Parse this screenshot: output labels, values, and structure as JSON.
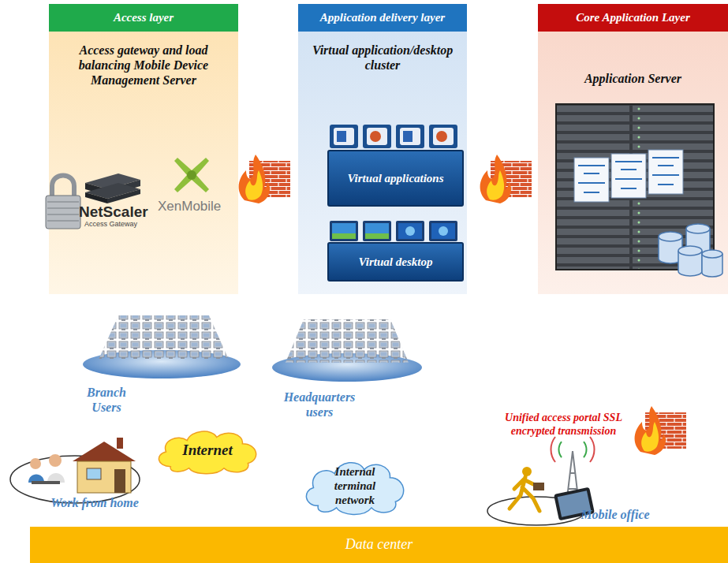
{
  "diagram": {
    "nodes": [
      {
        "text": [
          "Access layer",
          "Access gateway and load balancing Mobile Device Management Server"
        ]
      },
      {
        "text": [
          "Application delivery layer",
          "Virtual application/desktop cluster"
        ]
      },
      {
        "text": [
          "Virtual applications"
        ],
        "in": 1
      },
      {
        "text": [
          "Virtual desktop"
        ],
        "in": 1
      },
      {
        "text": [
          "Core Application Layer",
          "Application Server"
        ]
      },
      {
        "text": [
          "Internet"
        ]
      },
      {
        "text": [
          "Internal terminal network"
        ]
      },
      {
        "text": [
          "Data center"
        ]
      }
    ],
    "labels": [
      "NetScaler",
      "Access Gateway",
      "XenMobile",
      "Branch Users",
      "Headquarters users",
      "Work from home",
      "Unified access portal SSL encrypted transmission",
      "Mobile office"
    ]
  }
}
